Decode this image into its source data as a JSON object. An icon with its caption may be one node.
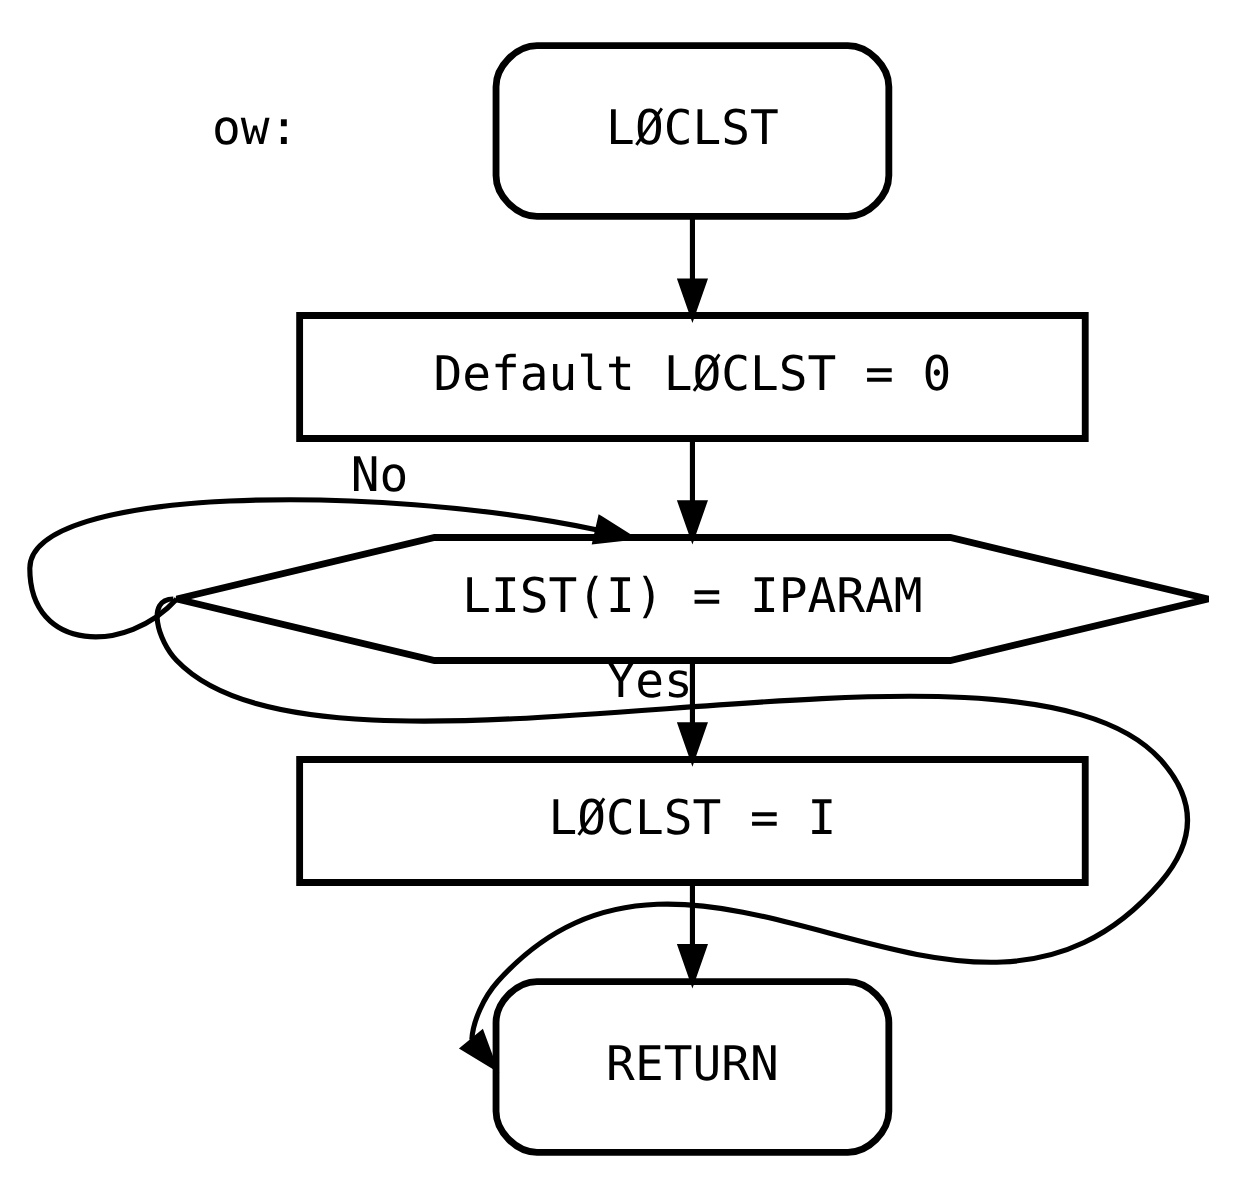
{
  "diagram": {
    "nodes": [
      {
        "text": [
          "LØCLST"
        ]
      },
      {
        "text": [
          "Default LØCLST = 0"
        ]
      },
      {
        "text": [
          "LIST(I) = IPARAM"
        ]
      },
      {
        "text": [
          "LØCLST = I"
        ]
      },
      {
        "text": [
          "RETURN"
        ]
      }
    ],
    "edges": [
      {
        "from": 0,
        "to": 1,
        "arrow": "to"
      },
      {
        "from": 1,
        "to": 2,
        "arrow": "to"
      },
      {
        "from": 2,
        "to": 3,
        "arrow": "to",
        "label": "Yes"
      },
      {
        "from": 3,
        "to": 4,
        "arrow": "to"
      },
      {
        "from": 2,
        "to": 2,
        "arrow": "to",
        "label": "No"
      },
      {
        "from": 2,
        "to": 4,
        "arrow": "to"
      }
    ],
    "labels": [
      "ow:"
    ]
  }
}
